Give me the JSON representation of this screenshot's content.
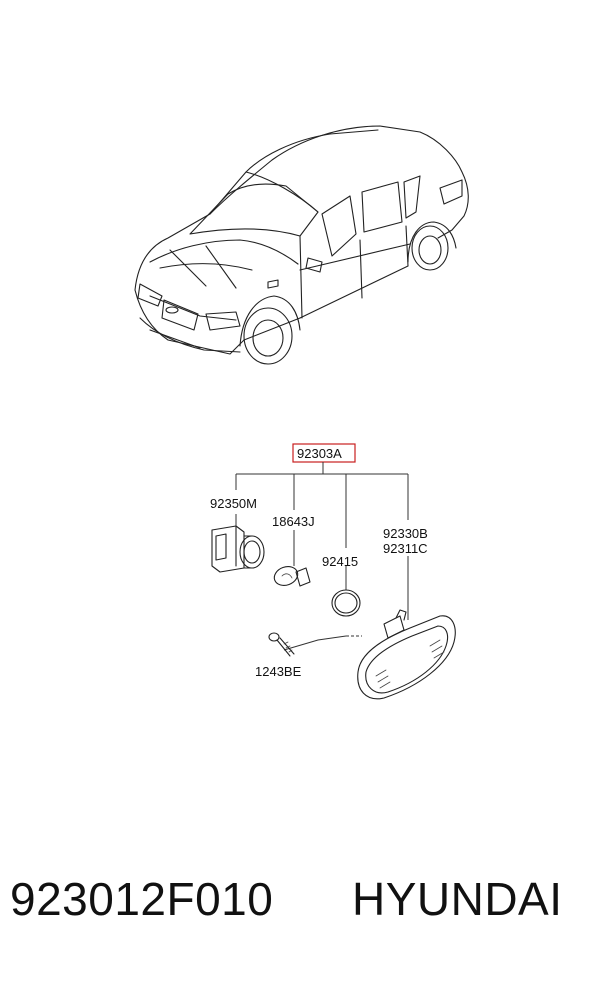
{
  "diagram": {
    "assembly": "92303A",
    "parts": {
      "socket": "92350M",
      "bulb": "18643J",
      "gasket": "92415",
      "lamp_a": "92330B",
      "lamp_b": "92311C",
      "screw": "1243BE"
    },
    "highlight_color": "#c81e1e"
  },
  "footer": {
    "part_number": "923012F010",
    "brand": "HYUNDAI"
  }
}
